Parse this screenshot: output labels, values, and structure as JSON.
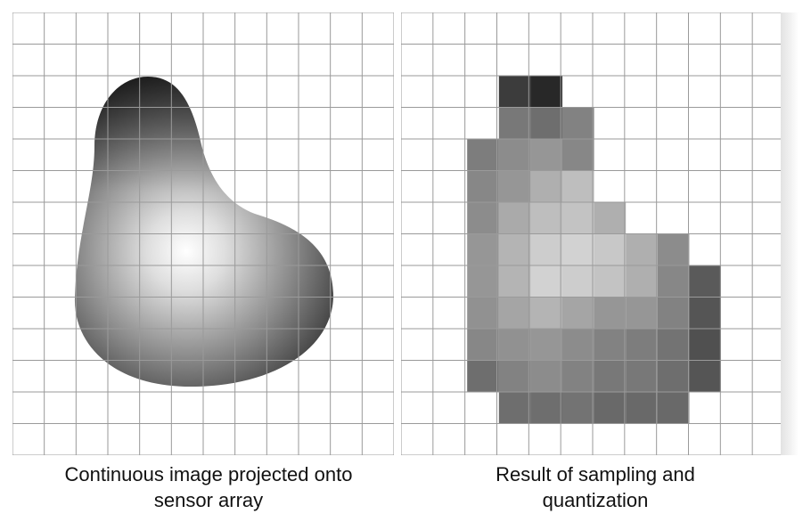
{
  "figure": {
    "left_panel": {
      "caption_line1": "Continuous image projected onto",
      "caption_line2": "sensor array"
    },
    "right_panel": {
      "caption_line1": "Result of sampling and",
      "caption_line2": "quantization"
    },
    "grid": {
      "columns": 12,
      "rows": 14
    },
    "sampled_image": {
      "description_levels": "gray level per cell, 0 = black, 255 = white; row-major, blank cells omitted",
      "cells": [
        {
          "r": 2,
          "c": 3,
          "v": 60
        },
        {
          "r": 2,
          "c": 4,
          "v": 40
        },
        {
          "r": 3,
          "c": 3,
          "v": 120
        },
        {
          "r": 3,
          "c": 4,
          "v": 110
        },
        {
          "r": 3,
          "c": 5,
          "v": 130
        },
        {
          "r": 4,
          "c": 2,
          "v": 125
        },
        {
          "r": 4,
          "c": 3,
          "v": 140
        },
        {
          "r": 4,
          "c": 4,
          "v": 150
        },
        {
          "r": 4,
          "c": 5,
          "v": 135
        },
        {
          "r": 5,
          "c": 2,
          "v": 135
        },
        {
          "r": 5,
          "c": 3,
          "v": 150
        },
        {
          "r": 5,
          "c": 4,
          "v": 175
        },
        {
          "r": 5,
          "c": 5,
          "v": 190
        },
        {
          "r": 6,
          "c": 2,
          "v": 140
        },
        {
          "r": 6,
          "c": 3,
          "v": 170
        },
        {
          "r": 6,
          "c": 4,
          "v": 190
        },
        {
          "r": 6,
          "c": 5,
          "v": 195
        },
        {
          "r": 6,
          "c": 6,
          "v": 175
        },
        {
          "r": 7,
          "c": 2,
          "v": 150
        },
        {
          "r": 7,
          "c": 3,
          "v": 180
        },
        {
          "r": 7,
          "c": 4,
          "v": 205
        },
        {
          "r": 7,
          "c": 5,
          "v": 210
        },
        {
          "r": 7,
          "c": 6,
          "v": 200
        },
        {
          "r": 7,
          "c": 7,
          "v": 175
        },
        {
          "r": 7,
          "c": 8,
          "v": 140
        },
        {
          "r": 8,
          "c": 2,
          "v": 150
        },
        {
          "r": 8,
          "c": 3,
          "v": 180
        },
        {
          "r": 8,
          "c": 4,
          "v": 210
        },
        {
          "r": 8,
          "c": 5,
          "v": 205
        },
        {
          "r": 8,
          "c": 6,
          "v": 195
        },
        {
          "r": 8,
          "c": 7,
          "v": 175
        },
        {
          "r": 8,
          "c": 8,
          "v": 135
        },
        {
          "r": 8,
          "c": 9,
          "v": 90
        },
        {
          "r": 9,
          "c": 2,
          "v": 145
        },
        {
          "r": 9,
          "c": 3,
          "v": 165
        },
        {
          "r": 9,
          "c": 4,
          "v": 180
        },
        {
          "r": 9,
          "c": 5,
          "v": 165
        },
        {
          "r": 9,
          "c": 6,
          "v": 150
        },
        {
          "r": 9,
          "c": 7,
          "v": 150
        },
        {
          "r": 9,
          "c": 8,
          "v": 130
        },
        {
          "r": 9,
          "c": 9,
          "v": 85
        },
        {
          "r": 10,
          "c": 2,
          "v": 135
        },
        {
          "r": 10,
          "c": 3,
          "v": 145
        },
        {
          "r": 10,
          "c": 4,
          "v": 150
        },
        {
          "r": 10,
          "c": 5,
          "v": 140
        },
        {
          "r": 10,
          "c": 6,
          "v": 130
        },
        {
          "r": 10,
          "c": 7,
          "v": 125
        },
        {
          "r": 10,
          "c": 8,
          "v": 115
        },
        {
          "r": 10,
          "c": 9,
          "v": 80
        },
        {
          "r": 11,
          "c": 2,
          "v": 110
        },
        {
          "r": 11,
          "c": 3,
          "v": 130
        },
        {
          "r": 11,
          "c": 4,
          "v": 140
        },
        {
          "r": 11,
          "c": 5,
          "v": 130
        },
        {
          "r": 11,
          "c": 6,
          "v": 120
        },
        {
          "r": 11,
          "c": 7,
          "v": 120
        },
        {
          "r": 11,
          "c": 8,
          "v": 110
        },
        {
          "r": 11,
          "c": 9,
          "v": 85
        },
        {
          "r": 12,
          "c": 3,
          "v": 110
        },
        {
          "r": 12,
          "c": 4,
          "v": 110
        },
        {
          "r": 12,
          "c": 5,
          "v": 115
        },
        {
          "r": 12,
          "c": 6,
          "v": 105
        },
        {
          "r": 12,
          "c": 7,
          "v": 105
        },
        {
          "r": 12,
          "c": 8,
          "v": 105
        }
      ]
    }
  }
}
